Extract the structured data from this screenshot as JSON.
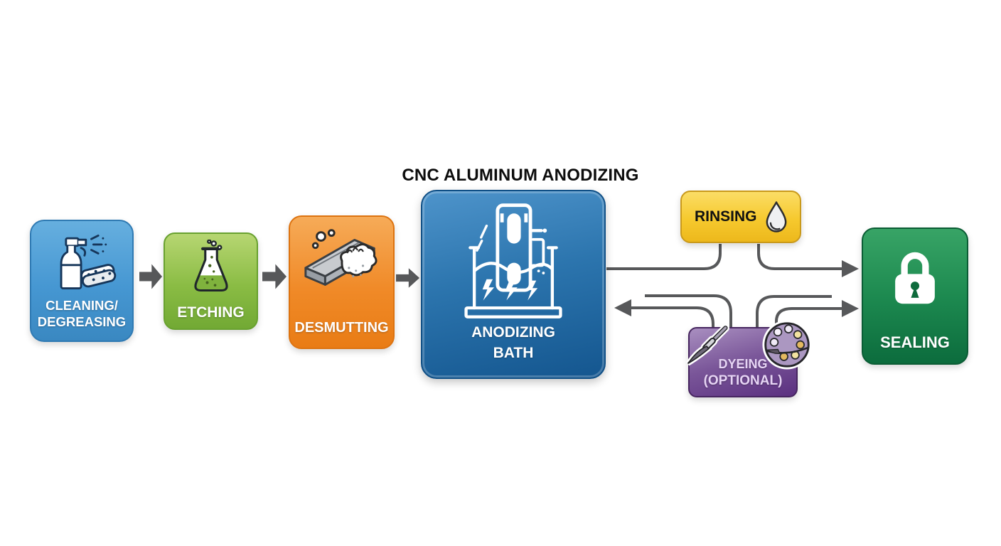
{
  "title": "CNC ALUMINUM ANODIZING",
  "colors": {
    "cleaning_blue": "#4697d2",
    "etching_green": "#8abc44",
    "desmutting_orange": "#f08a28",
    "anodizing_blue_top": "#4e94cb",
    "anodizing_blue_bottom": "#14568f",
    "rinsing_yellow": "#f6c92e",
    "dyeing_purple": "#5b3080",
    "sealing_green": "#1d8a50",
    "connector_gray": "#57585a",
    "title_black": "#0d0d0d"
  },
  "steps": {
    "cleaning": {
      "label_line1": "CLEANING/",
      "label_line2": "DEGREASING",
      "icon": "spray-bottle-and-sponge"
    },
    "etching": {
      "label": "ETCHING",
      "icon": "chemical-flask"
    },
    "desmutting": {
      "label": "DESMUTTING",
      "icon": "metal-bar-being-wiped"
    },
    "anodizing": {
      "label_line1": "ANODIZING",
      "label_line2": "BATH",
      "icon": "electrified-anodizing-tank"
    },
    "rinsing": {
      "label": "RINSING",
      "icon": "water-drop"
    },
    "dyeing": {
      "label_line1": "DYEING",
      "label_line2": "(OPTIONAL)",
      "icon": "paintbrush-and-palette"
    },
    "sealing": {
      "label": "SEALING",
      "icon": "padlock"
    }
  }
}
